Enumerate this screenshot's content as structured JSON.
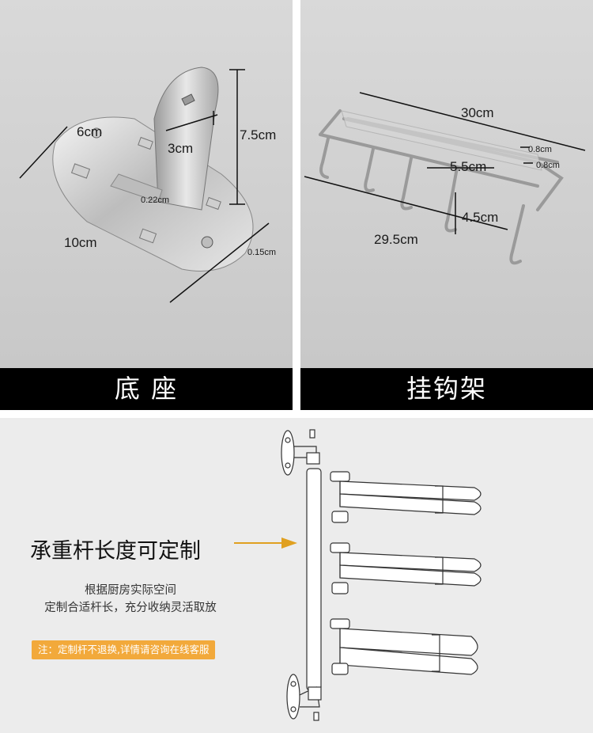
{
  "top": {
    "base": {
      "title": "底 座",
      "dims": {
        "width": "6cm",
        "length": "10cm",
        "height": "7.5cm",
        "plate_width": "3cm",
        "thickness_plate": "0.22cm",
        "thickness_base": "0.15cm"
      }
    },
    "hook_rack": {
      "title": "挂钩架",
      "dims": {
        "top_length": "30cm",
        "bottom_length": "29.5cm",
        "depth": "5.5cm",
        "hook_height": "4.5cm",
        "bar_1": "0.8cm",
        "bar_2": "0.8cm"
      }
    }
  },
  "custom": {
    "headline": "承重杆长度可定制",
    "desc_line1": "根据厨房实际空间",
    "desc_line2": "定制合适杆长，充分收纳灵活取放",
    "note": "注：定制杆不退换,详情请咨询在线客服",
    "arrow_color": "#e0a020",
    "note_color": "#f2a93b"
  }
}
